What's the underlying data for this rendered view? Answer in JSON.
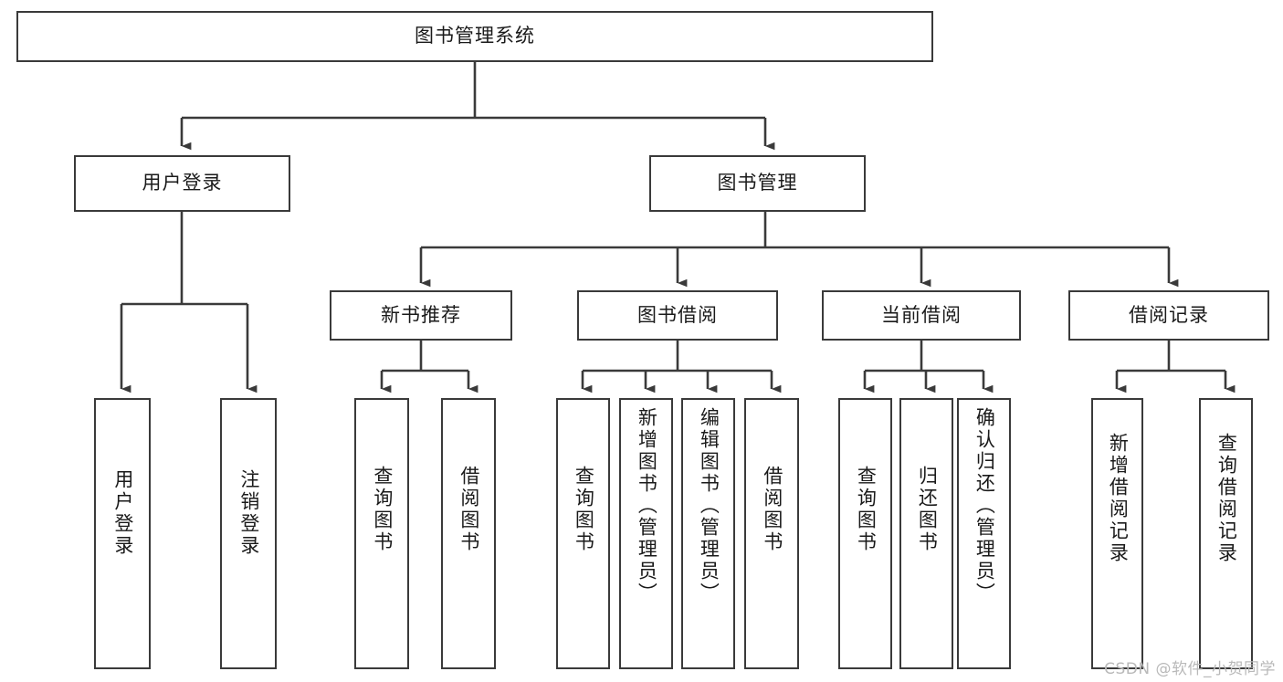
{
  "diagram": {
    "type": "tree-hierarchy",
    "title": "图书管理系统",
    "watermark": "CSDN @软件_小贺同学",
    "colors": {
      "stroke": "#3a3a3a",
      "fill": "#ffffff",
      "text": "#1a1a1a",
      "watermark": "#b9b9b9"
    },
    "levels": {
      "root": {
        "label": "图书管理系统"
      },
      "level2": [
        {
          "id": "user-login",
          "label": "用户登录"
        },
        {
          "id": "book-management",
          "label": "图书管理"
        }
      ],
      "level3": [
        {
          "id": "new-book-recommend",
          "label": "新书推荐",
          "parent": "book-management"
        },
        {
          "id": "book-borrow",
          "label": "图书借阅",
          "parent": "book-management"
        },
        {
          "id": "current-borrow",
          "label": "当前借阅",
          "parent": "book-management"
        },
        {
          "id": "borrow-record",
          "label": "借阅记录",
          "parent": "book-management"
        }
      ],
      "leaves": [
        {
          "id": "leaf-user-login",
          "label": "用户登录",
          "parent": "user-login"
        },
        {
          "id": "leaf-logout-login",
          "label": "注销登录",
          "parent": "user-login"
        },
        {
          "id": "leaf-query-book-1",
          "label": "查询图书",
          "parent": "new-book-recommend"
        },
        {
          "id": "leaf-borrow-book-1",
          "label": "借阅图书",
          "parent": "new-book-recommend"
        },
        {
          "id": "leaf-query-book-2",
          "label": "查询图书",
          "parent": "book-borrow"
        },
        {
          "id": "leaf-add-book",
          "label": "新增图书（管理员）",
          "parent": "book-borrow"
        },
        {
          "id": "leaf-edit-book",
          "label": "编辑图书（管理员）",
          "parent": "book-borrow"
        },
        {
          "id": "leaf-borrow-book-2",
          "label": "借阅图书",
          "parent": "book-borrow"
        },
        {
          "id": "leaf-query-book-3",
          "label": "查询图书",
          "parent": "current-borrow"
        },
        {
          "id": "leaf-return-book",
          "label": "归还图书",
          "parent": "current-borrow"
        },
        {
          "id": "leaf-confirm-return",
          "label": "确认归还（管理员）",
          "parent": "current-borrow"
        },
        {
          "id": "leaf-add-record",
          "label": "新增借阅记录",
          "parent": "borrow-record"
        },
        {
          "id": "leaf-query-record",
          "label": "查询借阅记录",
          "parent": "borrow-record"
        }
      ]
    }
  }
}
